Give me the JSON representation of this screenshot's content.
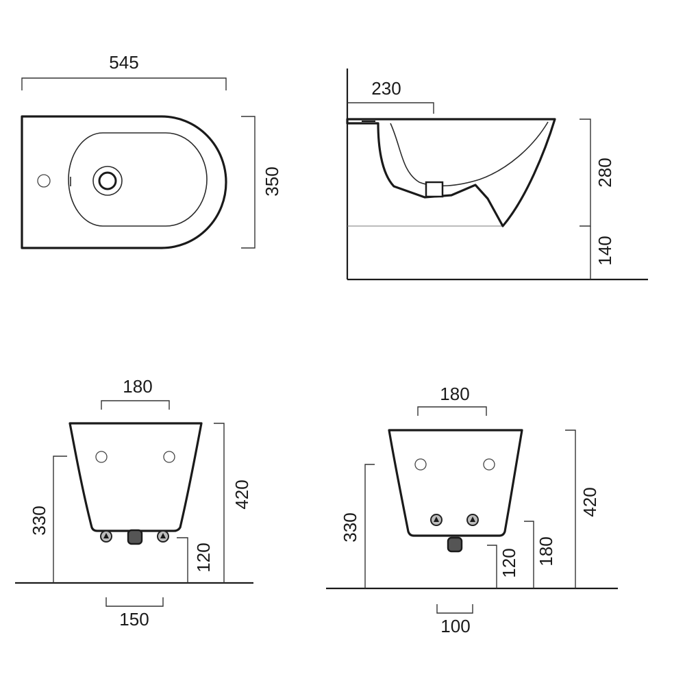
{
  "views": {
    "top": {
      "dims": {
        "length": "545",
        "width": "350"
      }
    },
    "side": {
      "dims": {
        "projection": "230",
        "height": "280",
        "floor_gap": "140"
      }
    },
    "front_left": {
      "dims": {
        "top_span": "180",
        "height_total": "420",
        "height_fix": "330",
        "inlet_height": "120",
        "inlet_span": "150"
      }
    },
    "front_right": {
      "dims": {
        "top_span": "180",
        "height_total": "420",
        "height_fix": "330",
        "inlet_height": "120",
        "second_height": "180",
        "inlet_span": "100"
      }
    }
  },
  "colors": {
    "line": "#1a1a1a",
    "fill": "#ffffff"
  }
}
